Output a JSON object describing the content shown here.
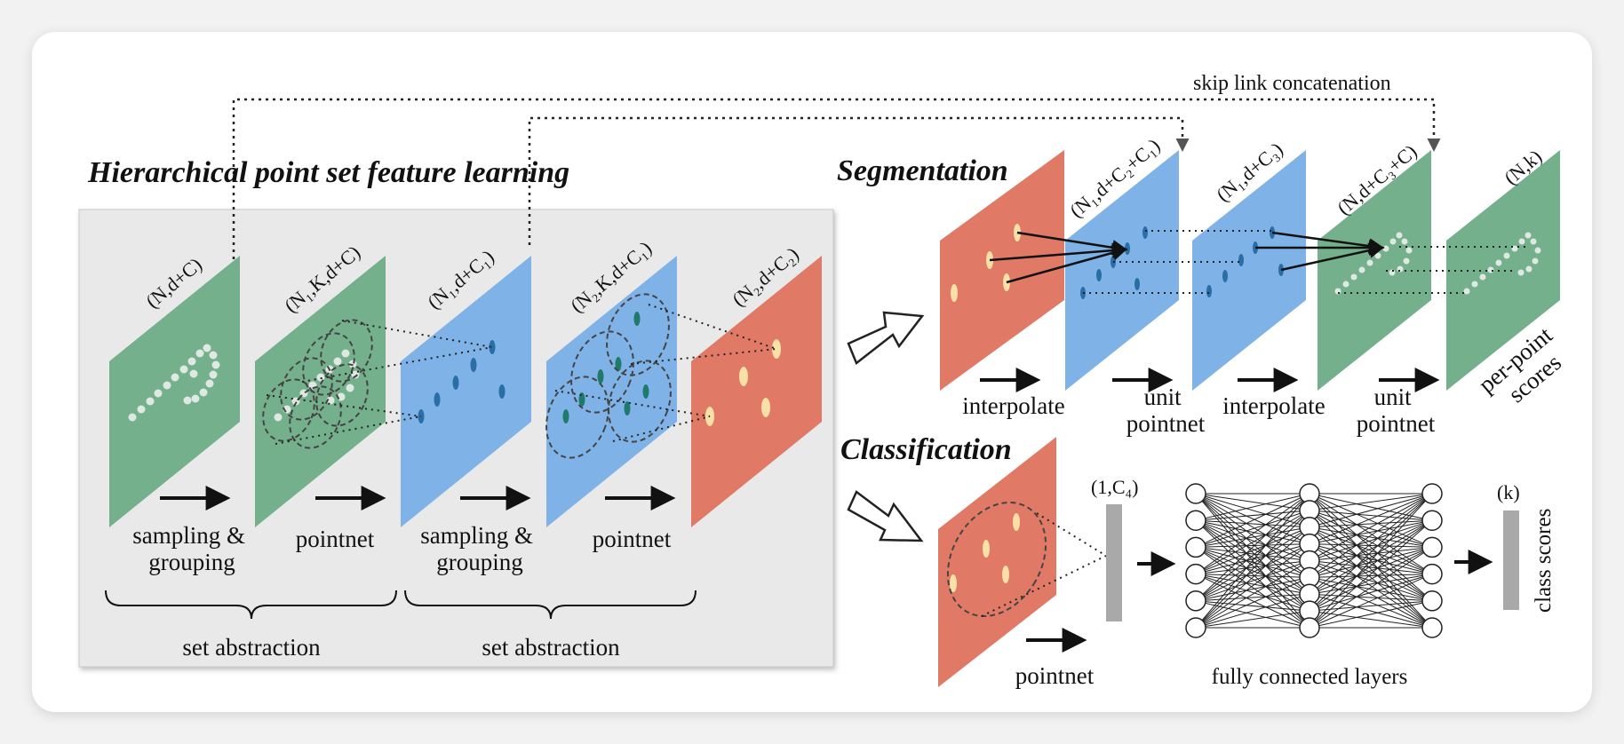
{
  "colors": {
    "green": "#74b08c",
    "blue": "#7fb2e7",
    "red": "#e07a66",
    "panel_bg": "#e9e9e9",
    "dot_blue": "#2a6ea8",
    "dot_teal": "#1f7a6a",
    "dot_cream": "#f9e0a6",
    "dot_white": "#dfe8e3",
    "fc_bar": "#a9a9a9"
  },
  "icons": [
    "right-arrow-icon",
    "hollow-arrow-icon"
  ],
  "titles": {
    "hierarchical": "Hierarchical point set feature learning",
    "segmentation": "Segmentation",
    "classification": "Classification"
  },
  "skip_link": "skip link concatenation",
  "hierarchical": {
    "dims": [
      "(N,d+C)",
      "(N₁,K,d+C)",
      "(N₁,d+C₁)",
      "(N₂,K,d+C₁)",
      "(N₂,d+C₂)"
    ],
    "ops": [
      [
        "sampling &",
        "grouping"
      ],
      [
        "pointnet"
      ],
      [
        "sampling &",
        "grouping"
      ],
      [
        "pointnet"
      ]
    ],
    "set_abstraction": [
      "set abstraction",
      "set abstraction"
    ]
  },
  "segmentation": {
    "dims": [
      "(N₁,d+C₂+C₁)",
      "(N₁,d+C₃)",
      "(N,d+C₃+C)",
      "(N,k)"
    ],
    "ops": [
      [
        "interpolate"
      ],
      [
        "unit",
        "pointnet"
      ],
      [
        "interpolate"
      ],
      [
        "unit",
        "pointnet"
      ]
    ],
    "output": [
      "per-point",
      "scores"
    ]
  },
  "classification": {
    "pointnet": "pointnet",
    "global_dim": "(1,C₄)",
    "fc_label": "fully connected layers",
    "out_dim": "(k)",
    "class_scores": "class scores",
    "fc_layers": [
      6,
      9,
      6
    ]
  }
}
